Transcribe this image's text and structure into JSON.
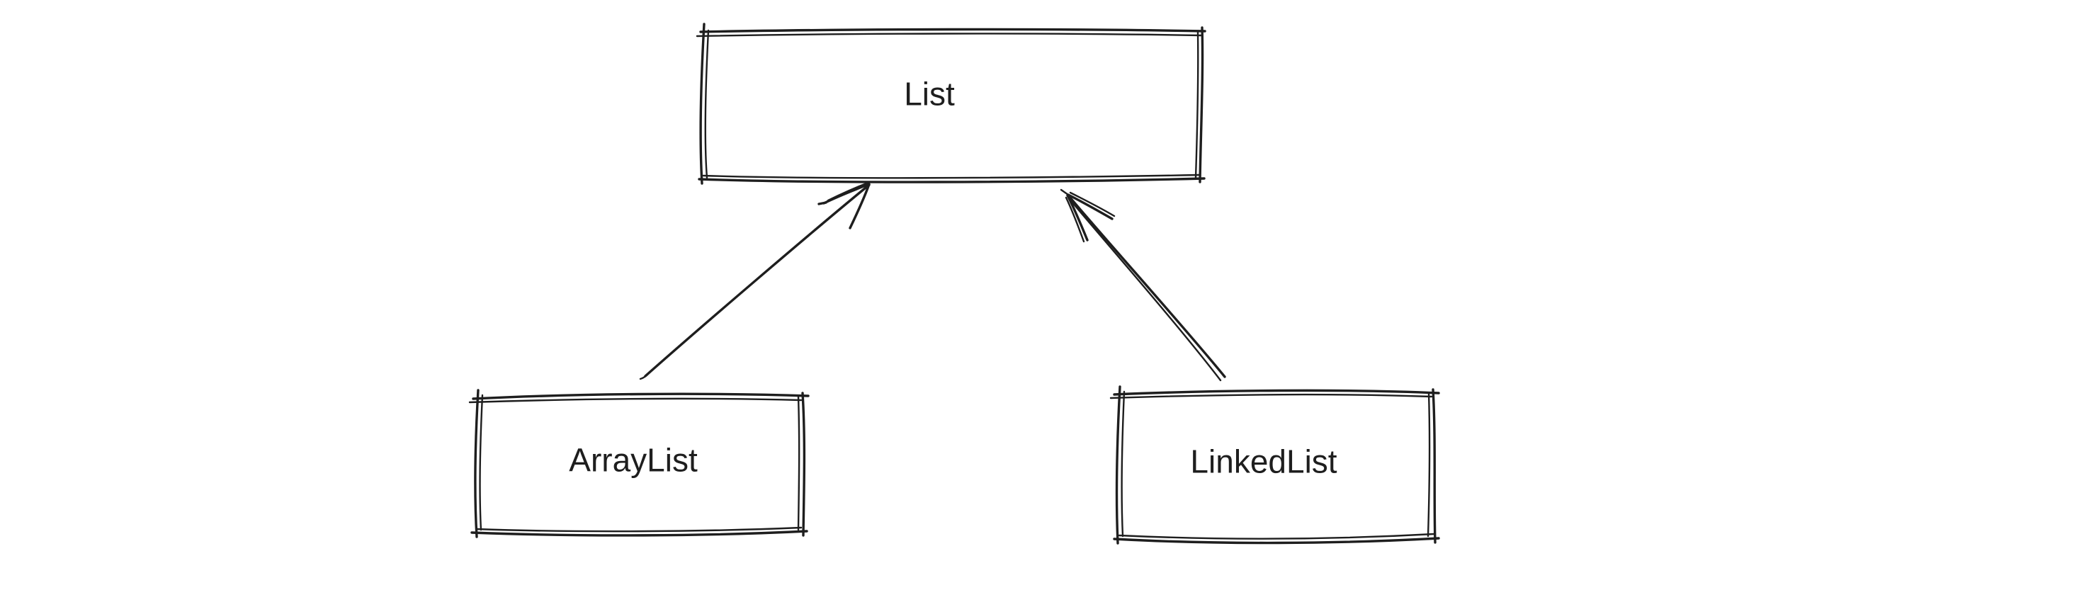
{
  "canvas": {
    "background_color": "#ffffff",
    "stroke_color": "#1e1e1e",
    "style": "hand-drawn-sketch"
  },
  "diagram": {
    "nodes": [
      {
        "id": "list",
        "label": "List"
      },
      {
        "id": "arraylist",
        "label": "ArrayList"
      },
      {
        "id": "linkedlist",
        "label": "LinkedList"
      }
    ],
    "edges": [
      {
        "from": "arraylist",
        "to": "list",
        "type": "arrow"
      },
      {
        "from": "linkedlist",
        "to": "list",
        "type": "arrow"
      }
    ]
  }
}
